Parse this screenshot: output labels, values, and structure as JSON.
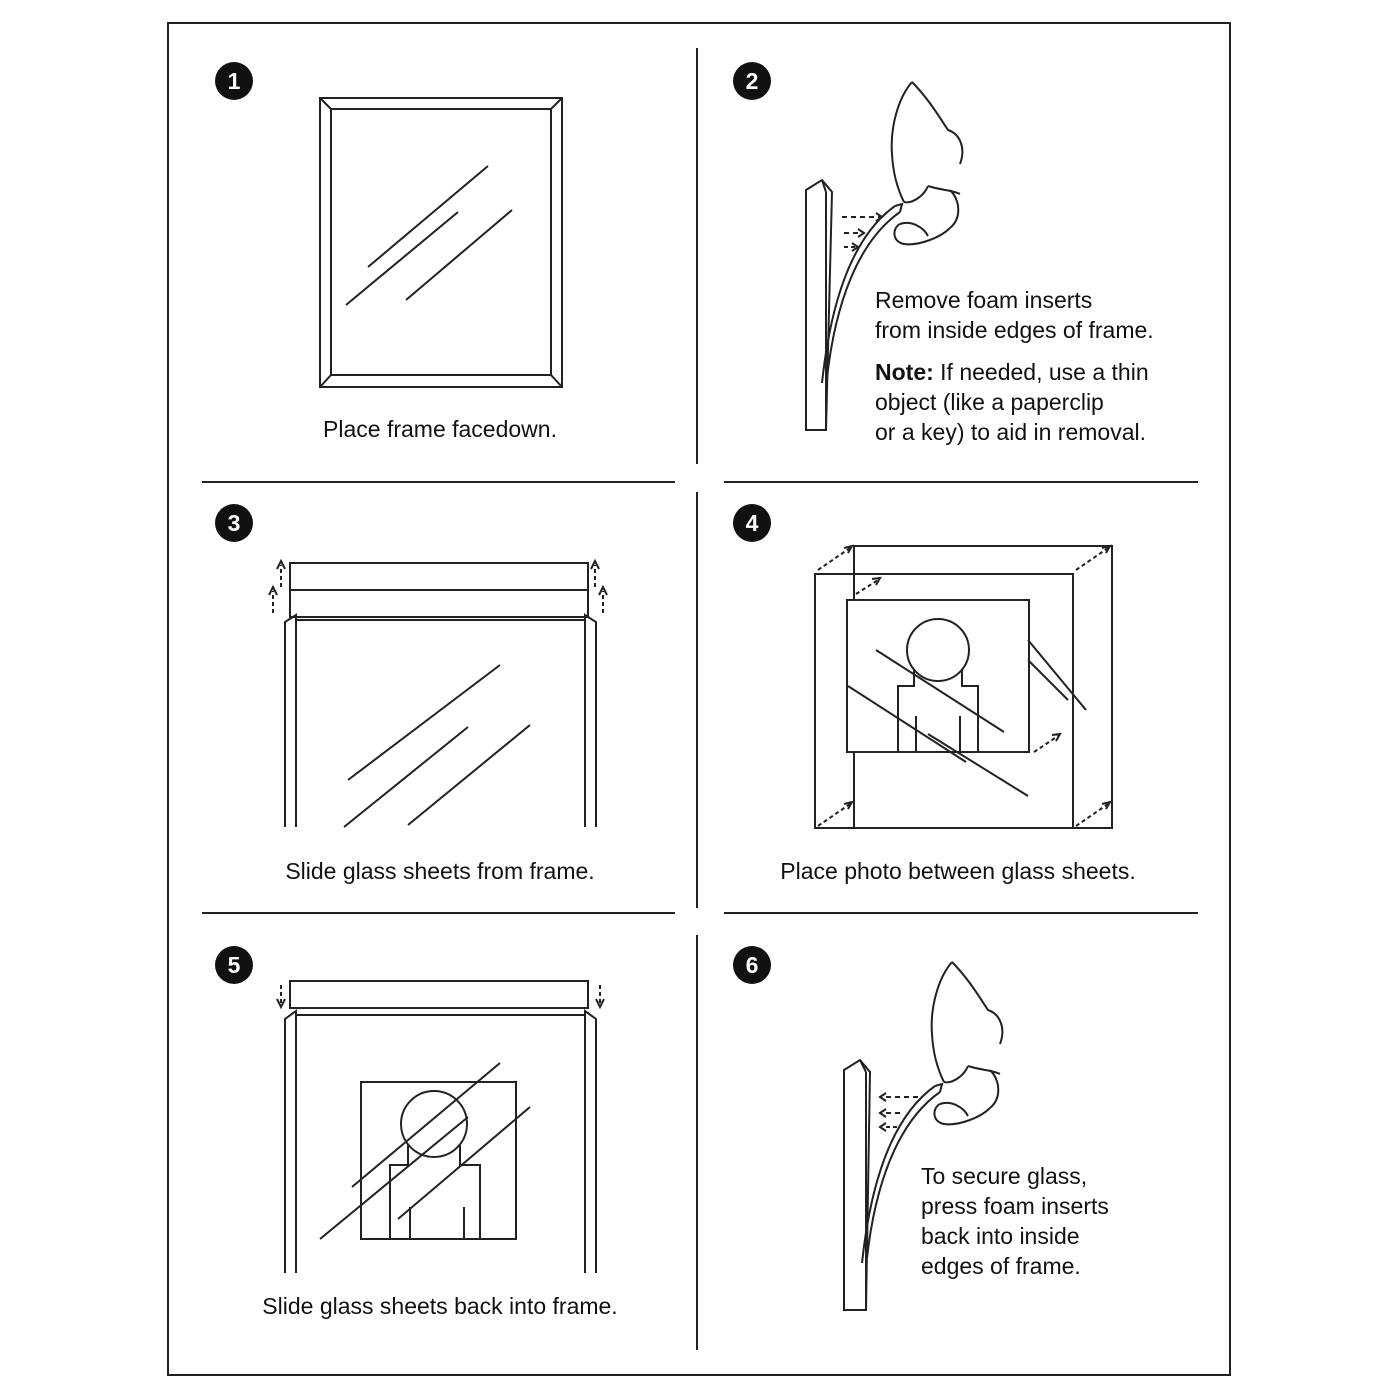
{
  "steps": [
    {
      "number": "1",
      "caption": "Place frame facedown."
    },
    {
      "number": "2",
      "caption_lines": [
        "Remove foam inserts",
        "from inside edges of frame."
      ],
      "note_label": "Note:",
      "note_lines": [
        " If needed, use a thin",
        "object (like a paperclip",
        "or a key) to aid in removal."
      ]
    },
    {
      "number": "3",
      "caption": "Slide glass sheets from frame."
    },
    {
      "number": "4",
      "caption": "Place photo between glass sheets."
    },
    {
      "number": "5",
      "caption": "Slide glass sheets back into frame."
    },
    {
      "number": "6",
      "caption_lines": [
        "To secure glass,",
        "press foam inserts",
        "back into inside",
        "edges of frame."
      ]
    }
  ],
  "colors": {
    "line": "#222222",
    "badge": "#111111"
  },
  "icons": [
    "frame-facedown-icon",
    "hand-remove-foam-icon",
    "glass-slide-out-icon",
    "photo-between-glass-icon",
    "glass-slide-in-icon",
    "hand-press-foam-icon"
  ]
}
